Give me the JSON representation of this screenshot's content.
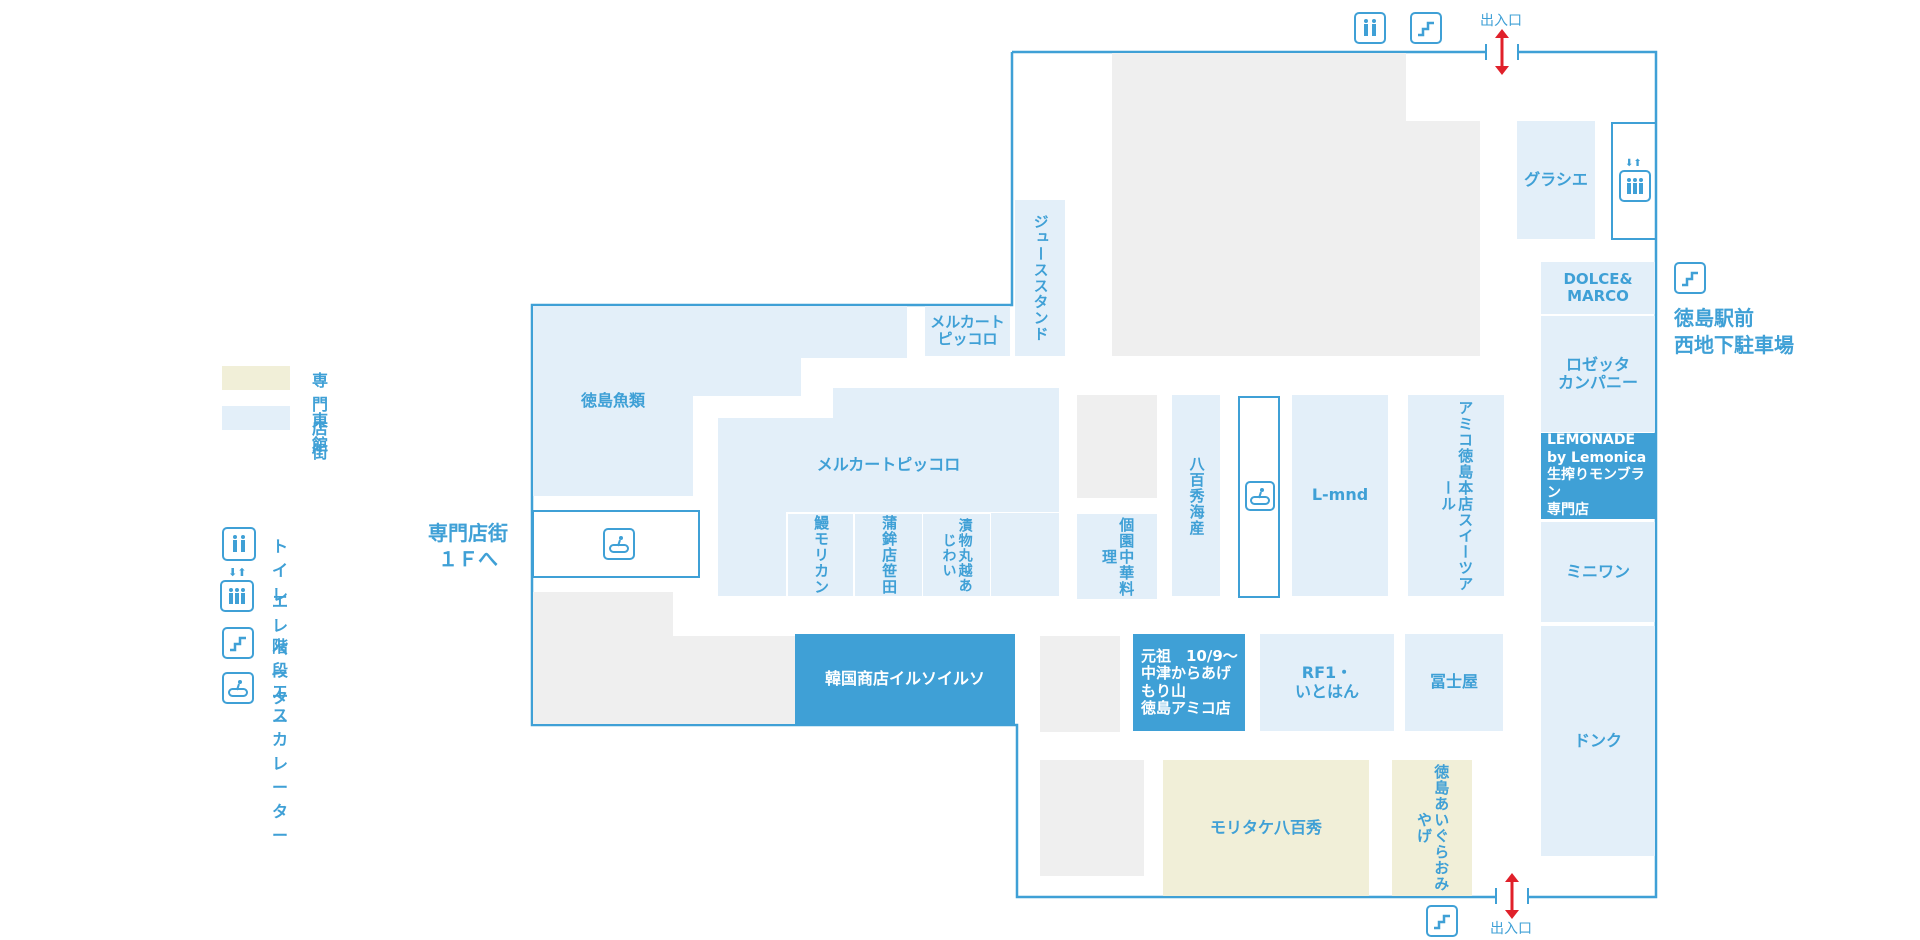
{
  "legend": {
    "areas": [
      {
        "label": "専門店街",
        "color": "#f1efd8"
      },
      {
        "label": "東館",
        "color": "#e3eff9"
      }
    ],
    "icons": [
      {
        "icon": "toilet-icon",
        "label": "トイレ"
      },
      {
        "icon": "elevator-icon",
        "label": "エレベーター"
      },
      {
        "icon": "stairs-icon",
        "label": "階段"
      },
      {
        "icon": "escalator-icon",
        "label": "エスカレーター"
      }
    ]
  },
  "labels": {
    "to_specialty_line1": "専門店街",
    "to_specialty_line2": "１Ｆへ",
    "parking_line1": "徳島駅前",
    "parking_line2": "西地下駐車場",
    "entrance_top": "出入口",
    "entrance_bottom": "出入口"
  },
  "shops": {
    "tokushima_gyorui": "徳島魚類",
    "merkart_piccolo_small": "メルカート\nピッコロ",
    "juice_stand": "ジューススタンド",
    "merkart_piccolo": "メルカートピッコロ",
    "unagi_morikan": "鰻モリカン",
    "sasada_kamaboko": "蒲鉾店笹田",
    "tsukemono_maruetsu": "漬物丸越あじわい",
    "koen_chuka": "個園中華料理",
    "yaohide_kaisan": "八百秀海産",
    "lmnd": "L-mnd",
    "amico_honten": "アミコ徳島本店スイーツアール",
    "gracie": "グラシエ",
    "dolce_marco": "DOLCE&\nMARCO",
    "rosetta": "ロゼッタ\nカンパニー",
    "lemonade": "LEMONADE\nby Lemonica\n生搾りモンブラン\n専門店",
    "miniwan": "ミニワン",
    "donk": "ドンク",
    "korean_shop": "韓国商店イルソイルソ",
    "ganso_karaage": "元祖　10/9〜\n中津からあげ\nもり山\n徳島アミコ店",
    "rf1": "RF1・\nいとはん",
    "fujiya": "冨士屋",
    "moritake": "モリタケ八百秀",
    "aigura": "徳島あいぐらおみやげ"
  },
  "colors": {
    "accent": "#3fa0d6",
    "east_wing": "#e3eff9",
    "specialty": "#f1efd8",
    "entrance_arrow": "#e0202a",
    "back_area": "#efefef"
  }
}
